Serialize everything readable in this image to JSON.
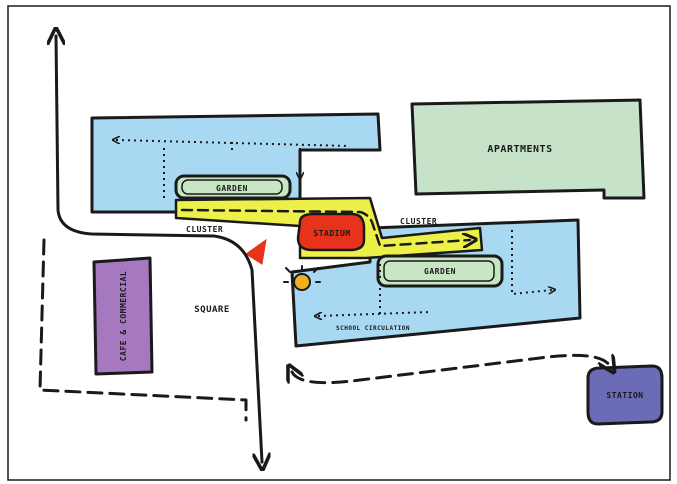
{
  "labels": {
    "apartments": "APARTMENTS",
    "garden_top": "GARDEN",
    "garden_bottom": "GARDEN",
    "cluster_left": "CLUSTER",
    "cluster_right": "CLUSTER",
    "stadium": "STADIUM",
    "cafe": "CAFE & COMMERCIAL",
    "square": "SQUARE",
    "station": "STATION",
    "school_circulation": "SCHOOL CIRCULATION"
  },
  "colors": {
    "blocks_blue": "#a9d8f2",
    "apartments_green": "#c6e2c8",
    "garden_green": "#c8e6c4",
    "cluster_yellow": "#eef04a",
    "stadium_red": "#e8331c",
    "marker_red": "#e8331c",
    "sun_yellow": "#f0b020",
    "cafe_purple": "#a678c0",
    "station_purple": "#6b6bb8",
    "ink": "#1a1a1a"
  }
}
